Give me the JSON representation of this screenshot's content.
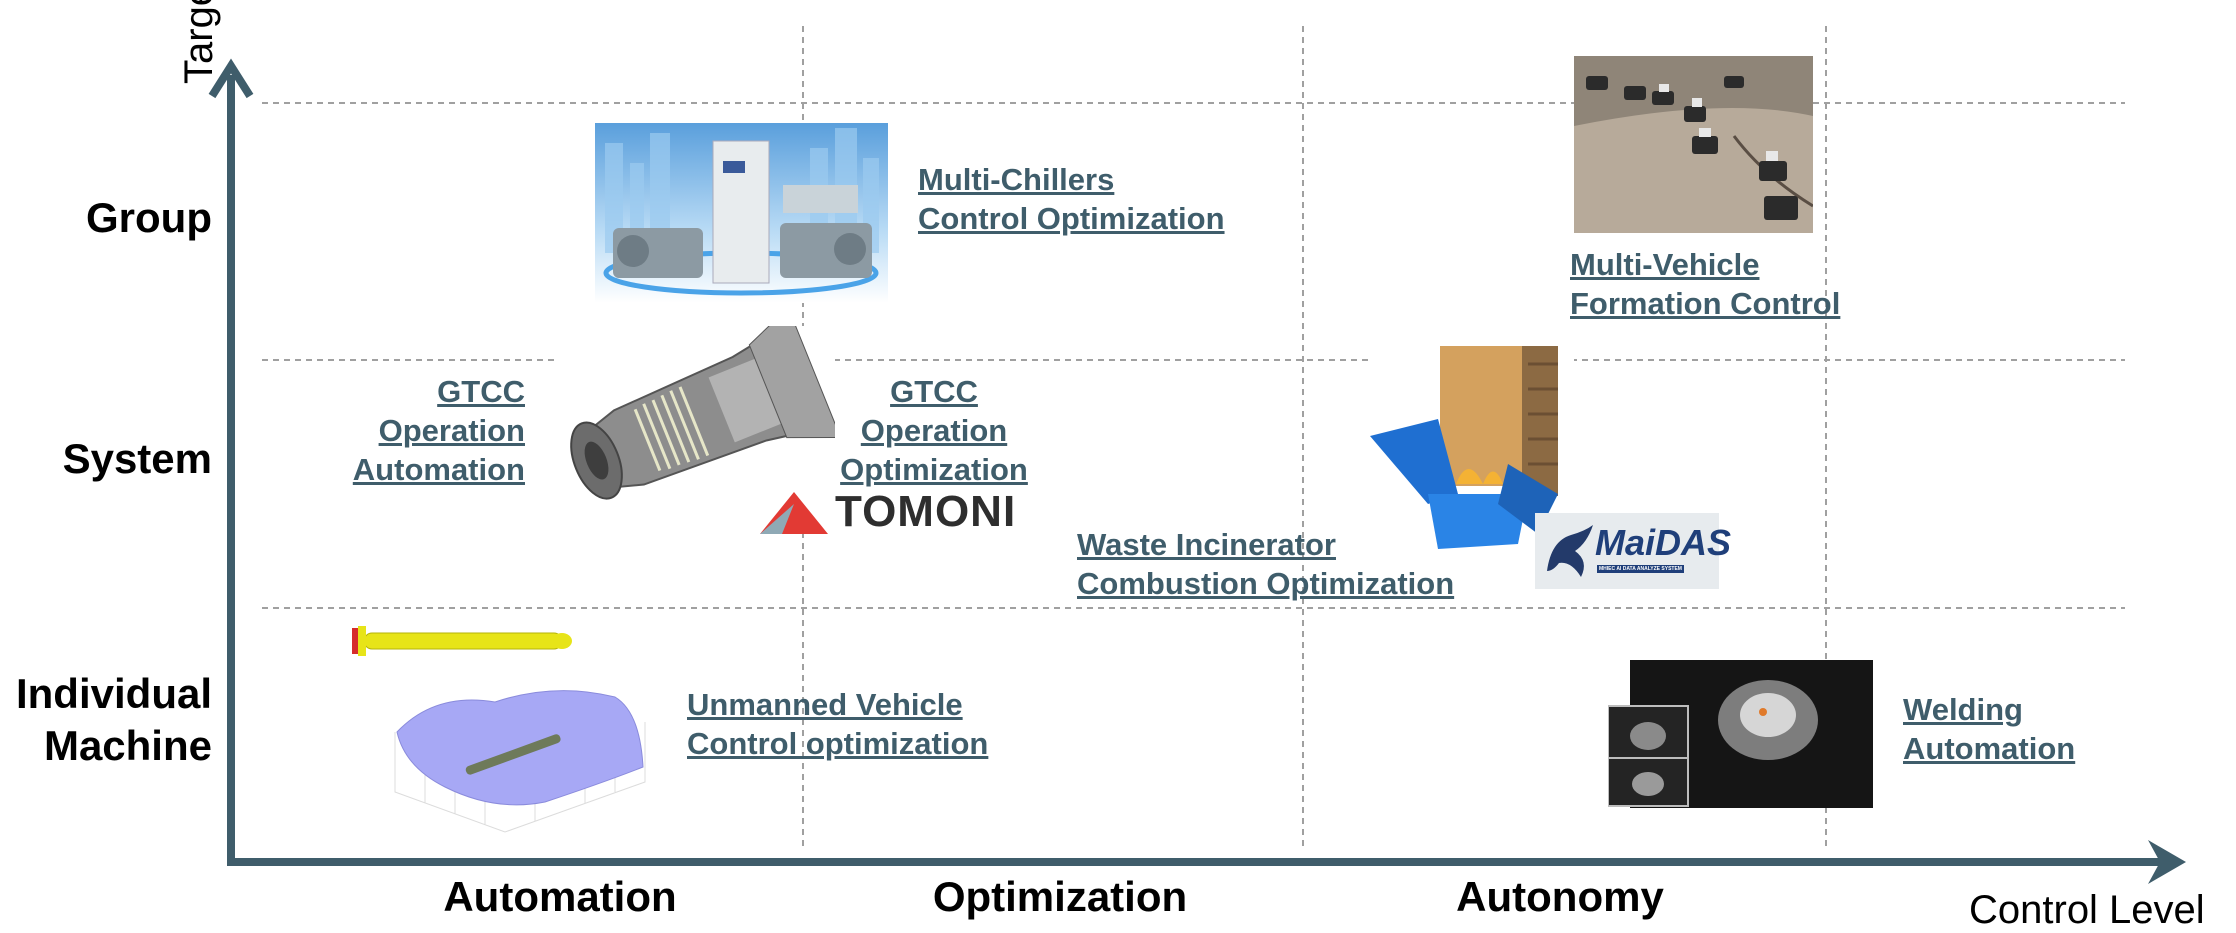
{
  "axes": {
    "y_title": "Target",
    "x_title": "Control Level",
    "rows": [
      "Group",
      "System",
      "Individual Machine"
    ],
    "columns": [
      "Automation",
      "Optimization",
      "Autonomy"
    ]
  },
  "items": {
    "multi_chillers": [
      "Multi-Chillers",
      "Control Optimization"
    ],
    "multi_vehicle": [
      "Multi-Vehicle",
      "Formation Control"
    ],
    "gtcc_automation": [
      "GTCC",
      "Operation",
      "Automation"
    ],
    "gtcc_optimization": [
      "GTCC",
      "Operation",
      "Optimization"
    ],
    "waste_incinerator": [
      "Waste Incinerator",
      "Combustion Optimization"
    ],
    "unmanned_vehicle": [
      "Unmanned Vehicle",
      "Control optimization"
    ],
    "welding": [
      "Welding",
      "Automation"
    ]
  },
  "logos": {
    "tomoni": "TOMONI",
    "maidas": "MaiDAS",
    "maidas_sub": "MHIEC AI DATA ANALYZE SYSTEM"
  },
  "colors": {
    "axis": "#3f5d6b",
    "link": "#3f5d6b",
    "grid": "#a0a0a0"
  }
}
